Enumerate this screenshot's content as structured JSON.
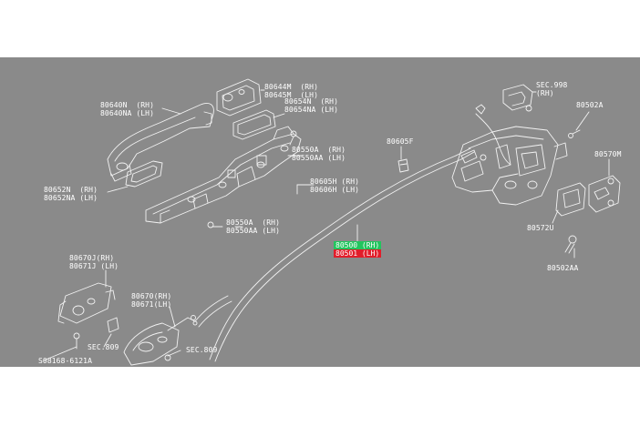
{
  "colors": {
    "background": "#8a8a8a",
    "line": "#f2f2f2",
    "highlight_rh": "#22c55e",
    "highlight_lh": "#e11d2a"
  },
  "labels": {
    "p80644": [
      "80644M  (RH)",
      "80645M  (LH)"
    ],
    "p80654": [
      "80654N  (RH)",
      "80654NA (LH)"
    ],
    "p80640": [
      "80640N  (RH)",
      "80640NA (LH)"
    ],
    "p80550": [
      "80550A  (RH)",
      "80550AA (LH)"
    ],
    "p80605h": [
      "80605H (RH)",
      "80606H (LH)"
    ],
    "p80652": [
      "80652N  (RH)",
      "80652NA (LH)"
    ],
    "p80550b": [
      "80550A  (RH)",
      "80550AA (LH)"
    ],
    "p80605f": "80605F",
    "sec998": [
      "SEC.998",
      "(RH)"
    ],
    "p80502a": "80502A",
    "p80570m": "80570M",
    "p80572u": "80572U",
    "p80502aa": "80502AA",
    "p80500": "80500 (RH)",
    "p80501": "80501 (LH)",
    "p80670j": [
      "80670J(RH)",
      "80671J (LH)"
    ],
    "p80670": [
      "80670(RH)",
      "80671(LH)"
    ],
    "sec809a": "SEC.809",
    "sec809b": "SEC.809",
    "p08168": "S08168-6121A"
  }
}
